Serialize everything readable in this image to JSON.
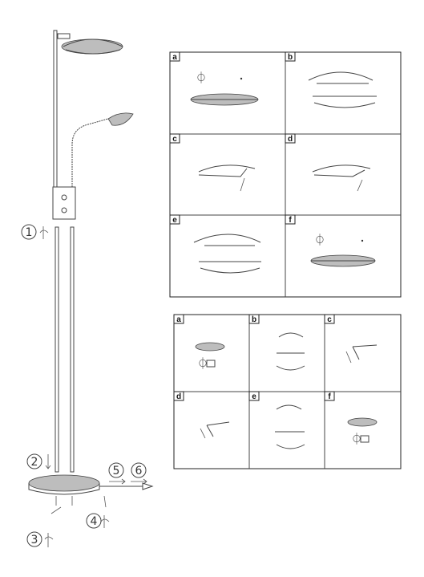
{
  "lamp_steps": [
    "1",
    "2",
    "3",
    "4",
    "5",
    "6"
  ],
  "panel_top": {
    "cells": [
      "a",
      "b",
      "c",
      "d",
      "e",
      "f"
    ]
  },
  "panel_bottom": {
    "cells": [
      "a",
      "b",
      "c",
      "d",
      "e",
      "f"
    ]
  }
}
